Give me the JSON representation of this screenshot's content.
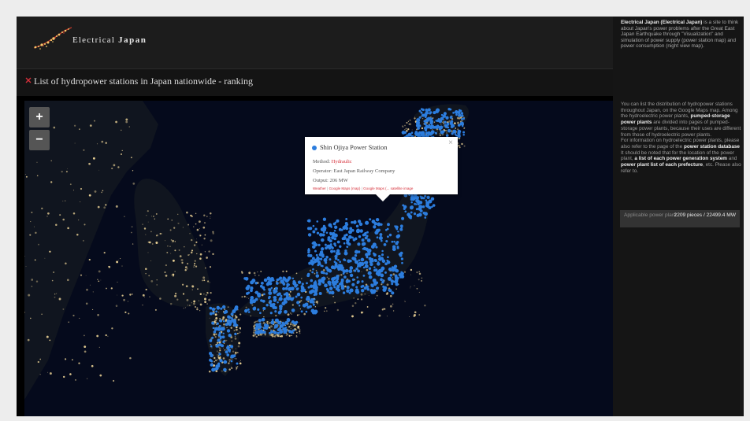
{
  "header": {
    "logo_word1": "Electrical",
    "logo_word2": "Japan"
  },
  "page": {
    "title": "List of hydropower stations in Japan nationwide - ranking"
  },
  "sidebar": {
    "about_site_name": "Electrical Japan (Electrical Japan)",
    "about_text": "is a site to think about Japan's power problems after the Great East Japan Earthquake through \"Visualization\" and simulation of power supply (power station map) and power consumption (night view map).",
    "desc_1": "You can list the distribution of hydropower stations throughout Japan, on the Google Maps map. Among the hydroelectric power plants,",
    "desc_bold_1": "pumped-storage power plants",
    "desc_2": "are divided into pages of pumped-storage power plants, because their uses are different from those of hydroelectric power plants.",
    "desc_3": "For information on hydroelectric power plants, please also refer to the page of the",
    "desc_bold_2": "power station database",
    "desc_4": "It should be noted that for the location of the power plant,",
    "desc_bold_3": "a list of each power generation system",
    "desc_5": "and",
    "desc_bold_4": "power plant list of each prefecture",
    "desc_6": ", etc. Please also refer to.",
    "count_label": "Applicable power plant",
    "count_value": "2209 pieces / 22499.4 MW"
  },
  "map": {
    "zoom_in_label": "+",
    "zoom_out_label": "−"
  },
  "popup": {
    "close_label": "×",
    "station_name": "Shin Ojiya Power Station",
    "method_label": "Method:",
    "method_value": "Hydraulic",
    "operator_label": "Operator:",
    "operator_value": "East Japan Railway Company",
    "output_label": "Output:",
    "output_value": "206 MW",
    "link_1": "Weather",
    "link_2": "Google Maps (map)",
    "link_3": "Google Maps (... satellite",
    "link_4": "image"
  },
  "colors": {
    "station_marker": "#2c7dde",
    "city_lights": "#f2d899",
    "link_red": "#d6303a"
  }
}
